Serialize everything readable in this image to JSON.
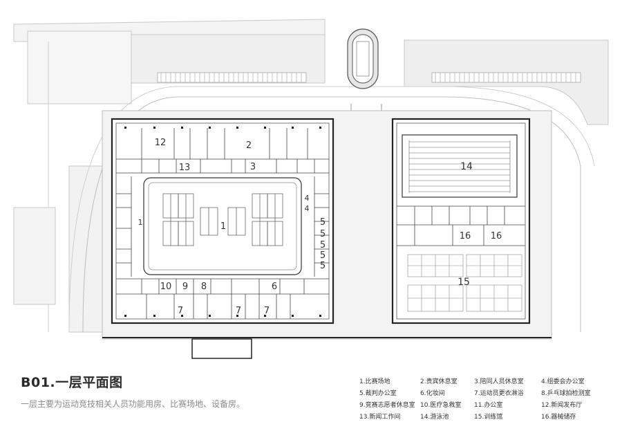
{
  "title": "B01.一层平面图",
  "subtitle": "一层主要为运动竞技相关人员功能用房、比赛场地、设备房。",
  "room_numbers": {
    "r1_court": "1",
    "r1_side": "1",
    "r2": "2",
    "r3": "3",
    "r4a": "4",
    "r4b": "4",
    "r5a": "5",
    "r5b": "5",
    "r5c": "5",
    "r5d": "5",
    "r5e": "5",
    "r6": "6",
    "r7a": "7",
    "r7b": "7",
    "r7c": "7",
    "r8": "8",
    "r9": "9",
    "r10": "10",
    "r12": "12",
    "r13": "13",
    "r14": "14",
    "r15": "15",
    "r16a": "16",
    "r16b": "16"
  },
  "legend": [
    [
      "1.比赛场地",
      "2.贵宾休息室",
      "3.陪同人员休息室",
      "4.组委会办公室"
    ],
    [
      "5.裁判办公室",
      "6.化妆间",
      "7.运动员更衣淋浴",
      "8.乒乓球拍检测室"
    ],
    [
      "9.竞赛志愿者休息室",
      "10.医疗急救室",
      "11.办公室",
      "12.新闻发布厅"
    ],
    [
      "13.新闻工作间",
      "14.游泳池",
      "15.训练馆",
      "16.器械储存"
    ]
  ]
}
